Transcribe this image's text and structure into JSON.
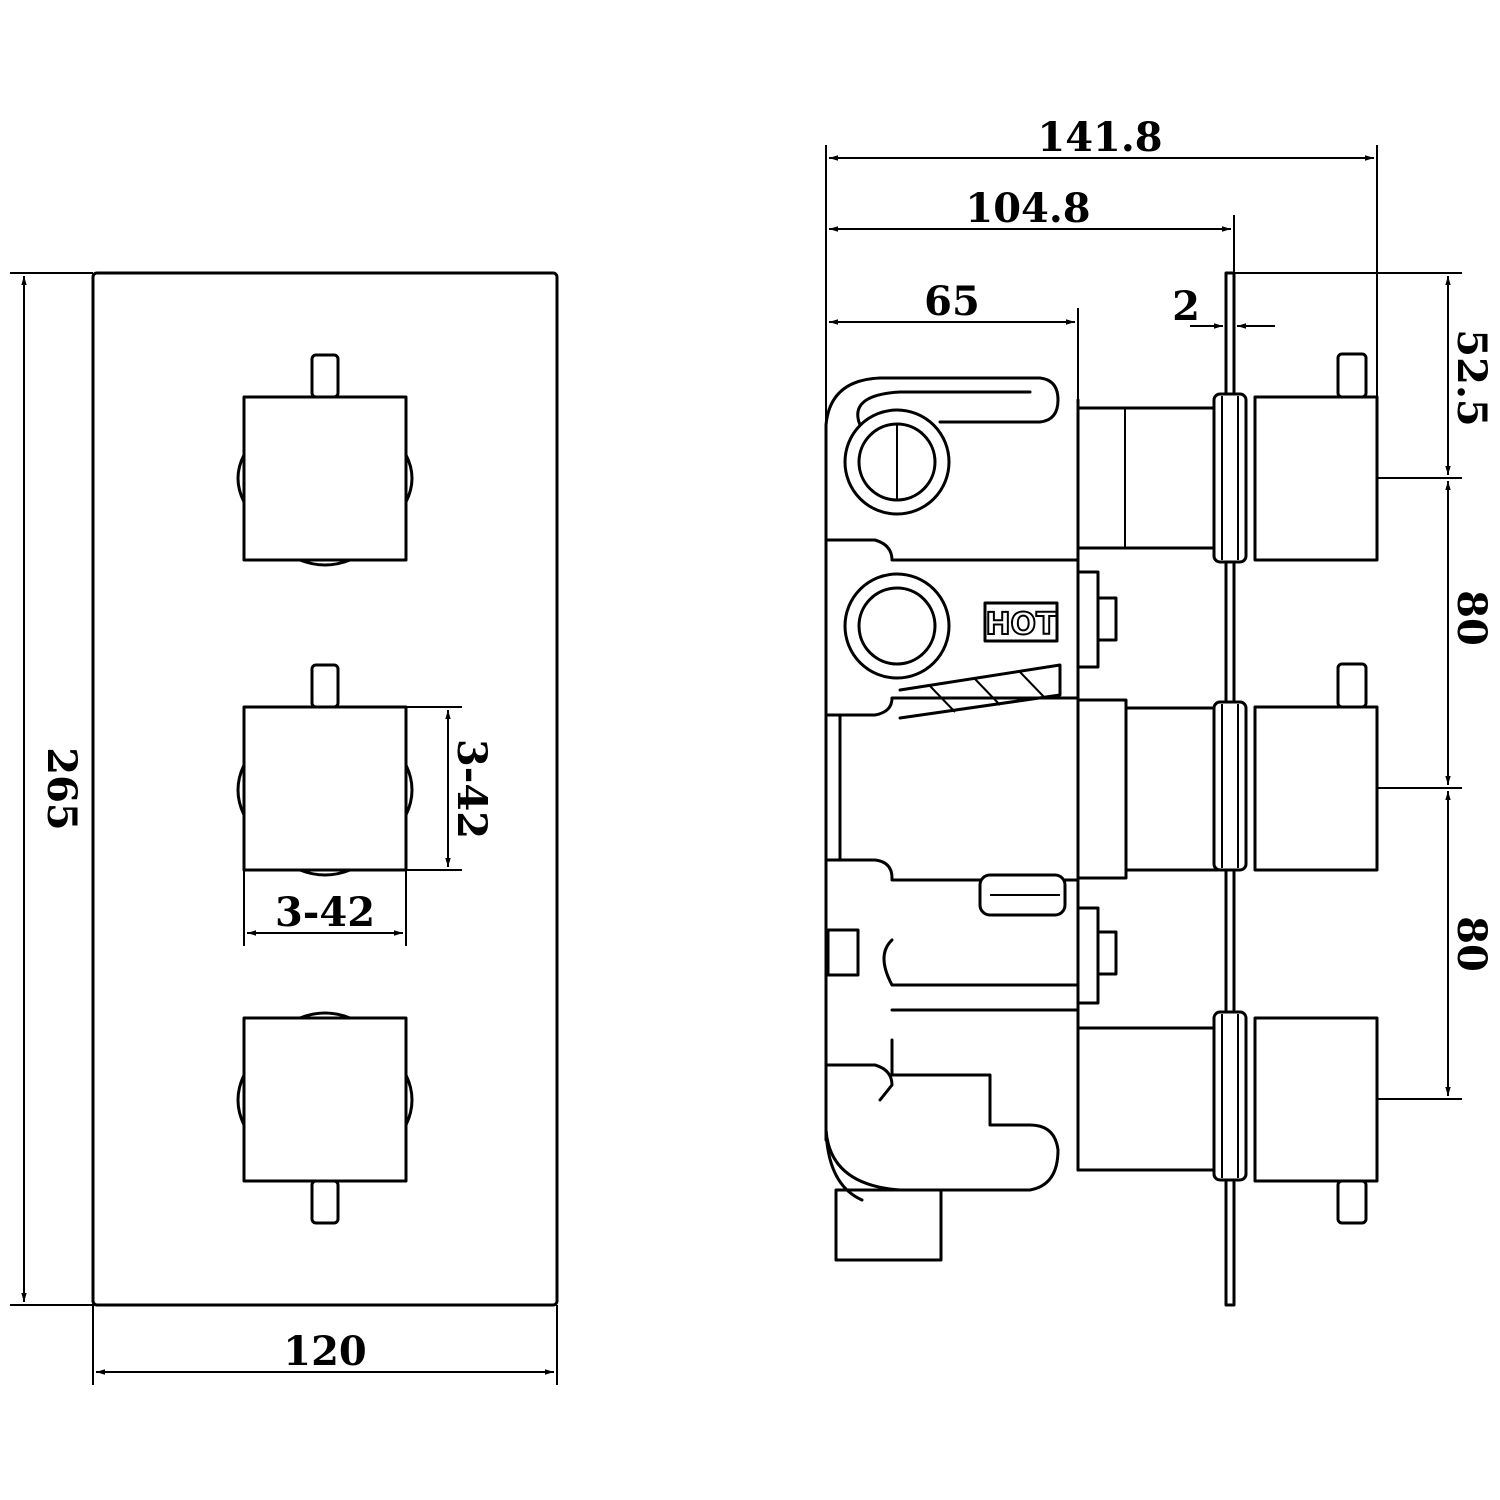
{
  "front_view": {
    "height": "265",
    "width": "120",
    "handle_height": "3-42",
    "handle_width": "3-42"
  },
  "side_view": {
    "overall_depth": "141.8",
    "depth_to_plate": "104.8",
    "body_depth": "65",
    "plate_thickness": "2",
    "top_offset": "52.5",
    "spacing_upper": "80",
    "spacing_lower": "80",
    "hot_label": "HOT"
  }
}
